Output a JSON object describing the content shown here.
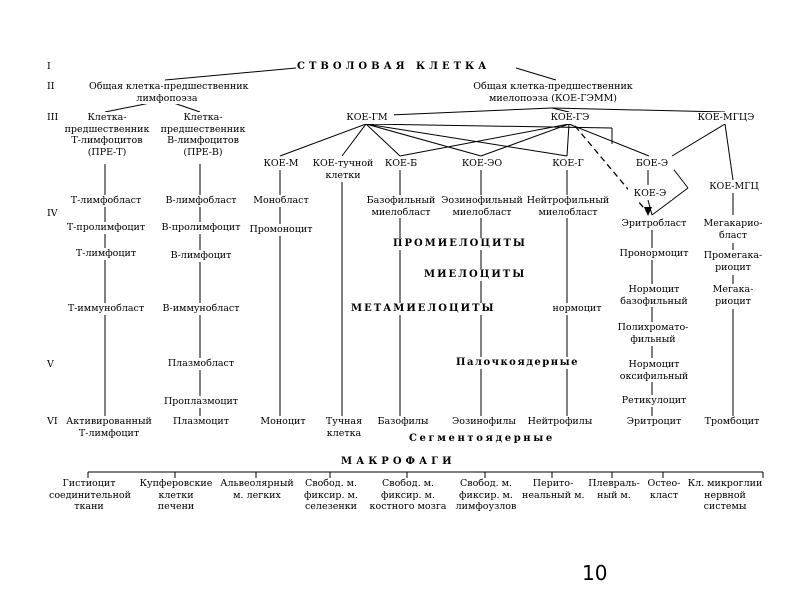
{
  "levels": [
    "I",
    "II",
    "III",
    "IV",
    "V",
    "VI"
  ],
  "stem": "СТВОЛОВАЯ КЛЕТКА",
  "lymph_common": "Общая клетка-предшественник\nлимфопоэза",
  "myelo_common": "Общая клетка-предшественник\nмиелопоэза (КОЕ-ГЭММ)",
  "pre_t": "Клетка-\nпредшественник\nТ-лимфоцитов\n(ПРЕ-Т)",
  "pre_b": "Клетка-\nпредшественник\nВ-лимфоцитов\n(ПРЕ-В)",
  "koe_gm": "КОЕ-ГМ",
  "koe_ge": "КОЕ-ГЭ",
  "koe_mgce": "КОЕ-МГЦЭ",
  "koe_m": "КОЕ-М",
  "koe_mast": "КОЕ-тучной\nклетки",
  "koe_b": "КОЕ-Б",
  "koe_eo": "КОЕ-ЭО",
  "koe_g": "КОЕ-Г",
  "boe_e": "БОЕ-Э",
  "koe_e": "КОЕ-Э",
  "koe_mgc": "КОЕ-МГЦ",
  "t_lymphoblast": "Т-лимфобласт",
  "t_prolymphocyte": "Т-пролимфоцит",
  "t_lymphocyte": "Т-лимфоцит",
  "t_immunoblast": "Т-иммунобласт",
  "t_activated": "Активированный\nТ-лимфоцит",
  "b_lymphoblast": "В-лимфобласт",
  "b_prolymphocyte": "В-пролимфоцит",
  "b_lymphocyte": "В-лимфоцит",
  "b_immunoblast": "В-иммунобласт",
  "plasmoblast": "Плазмобласт",
  "proplasmocyte": "Проплазмоцит",
  "plasmocyte": "Плазмоцит",
  "monoblast": "Монобласт",
  "promonocyte": "Промоноцит",
  "monocyte": "Моноцит",
  "mast_cell": "Тучная\nклетка",
  "baso_myeloblast": "Базофильный\nмиелобласт",
  "eo_myeloblast": "Эозинофильный\nмиелобласт",
  "neutro_myeloblast": "Нейтрофильный\nмиелобласт",
  "promyelocytes": "ПРОМИЕЛОЦИТЫ",
  "myelocytes": "МИЕЛОЦИТЫ",
  "metamyelocytes": "МЕТАМИЕЛОЦИТЫ",
  "normocyte": "нормоцит",
  "band": "Палочкоядерные",
  "segmented": "Сегментоядерные",
  "basophils": "Базофилы",
  "eosinophils": "Эозинофилы",
  "neutrophils": "Нейтрофилы",
  "erythroblast": "Эритробласт",
  "pronormocyte": "Пронормоцит",
  "normo_baso": "Нормоцит\nбазофильный",
  "polychromato": "Полихромато-\nфильный",
  "normo_oxy": "Нормоцит\nоксифильный",
  "reticulocyte": "Ретикулоцит",
  "erythrocyte": "Эритроцит",
  "megakaryoblast": "Мегакарио-\nбласт",
  "promegakaryocyte": "Промегака-\nриоцит",
  "megakaryocyte": "Мегака-\nриоцит",
  "thrombocyte": "Тромбоцит",
  "macrophages": "МАКРОФАГИ",
  "macrophage_list": [
    "Гистиоцит\nсоединительной\nткани",
    "Купферовские\nклетки\nпечени",
    "Альвеолярный\nм. легких",
    "Свобод. м.\nфиксир. м.\nселезенки",
    "Свобод. м.\nфиксир. м.\nкостного мозга",
    "Свобод. м.\nфиксир. м.\nлимфоузлов",
    "Перито-\nнеальный м.",
    "Плевраль-\nный м.",
    "Остео-\nкласт",
    "Кл. микроглии\nнервной\nсистемы"
  ],
  "page_number": "10"
}
